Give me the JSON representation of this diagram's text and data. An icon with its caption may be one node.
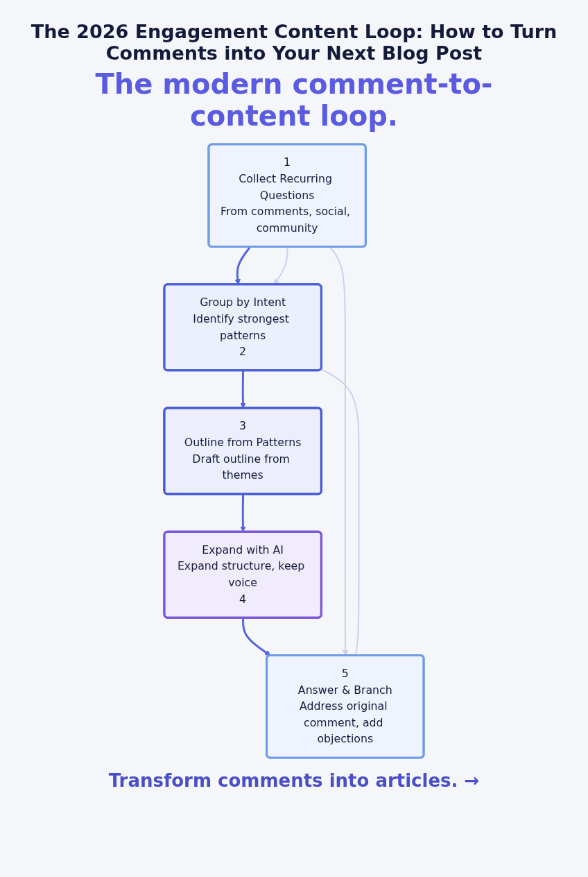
{
  "diagram": {
    "title": "The 2026 Engagement Content Loop: How to Turn Comments into Your Next Blog Post",
    "caption": "Transform comments into articles. →",
    "labels": [
      "The modern comment-to-content loop."
    ],
    "nodes": [
      {
        "text": [
          "1",
          "Collect Recurring Questions",
          "From comments, social, community"
        ]
      },
      {
        "text": [
          "Group by Intent",
          "Identify strongest patterns",
          "2"
        ]
      },
      {
        "text": [
          "3",
          "Outline from Patterns",
          "Draft outline from themes"
        ]
      },
      {
        "text": [
          "Expand with AI",
          "Expand structure, keep voice",
          "4"
        ]
      },
      {
        "text": [
          "5",
          "Answer & Branch",
          "Address original comment, add objections"
        ]
      }
    ],
    "edges": [
      {
        "from": 0,
        "to": 1,
        "arrow": "to"
      },
      {
        "from": 1,
        "to": 2,
        "arrow": "to"
      },
      {
        "from": 2,
        "to": 3,
        "arrow": "to"
      },
      {
        "from": 3,
        "to": 4,
        "arrow": "to"
      },
      {
        "from": 0,
        "to": 4,
        "arrow": "to",
        "color": "#c8d2ee"
      },
      {
        "from": 0,
        "to": 1,
        "arrow": "to",
        "color": "#c8d2ee"
      },
      {
        "from": 1,
        "to": 4,
        "arrow": "none",
        "color": "#c8d2ee"
      }
    ]
  }
}
